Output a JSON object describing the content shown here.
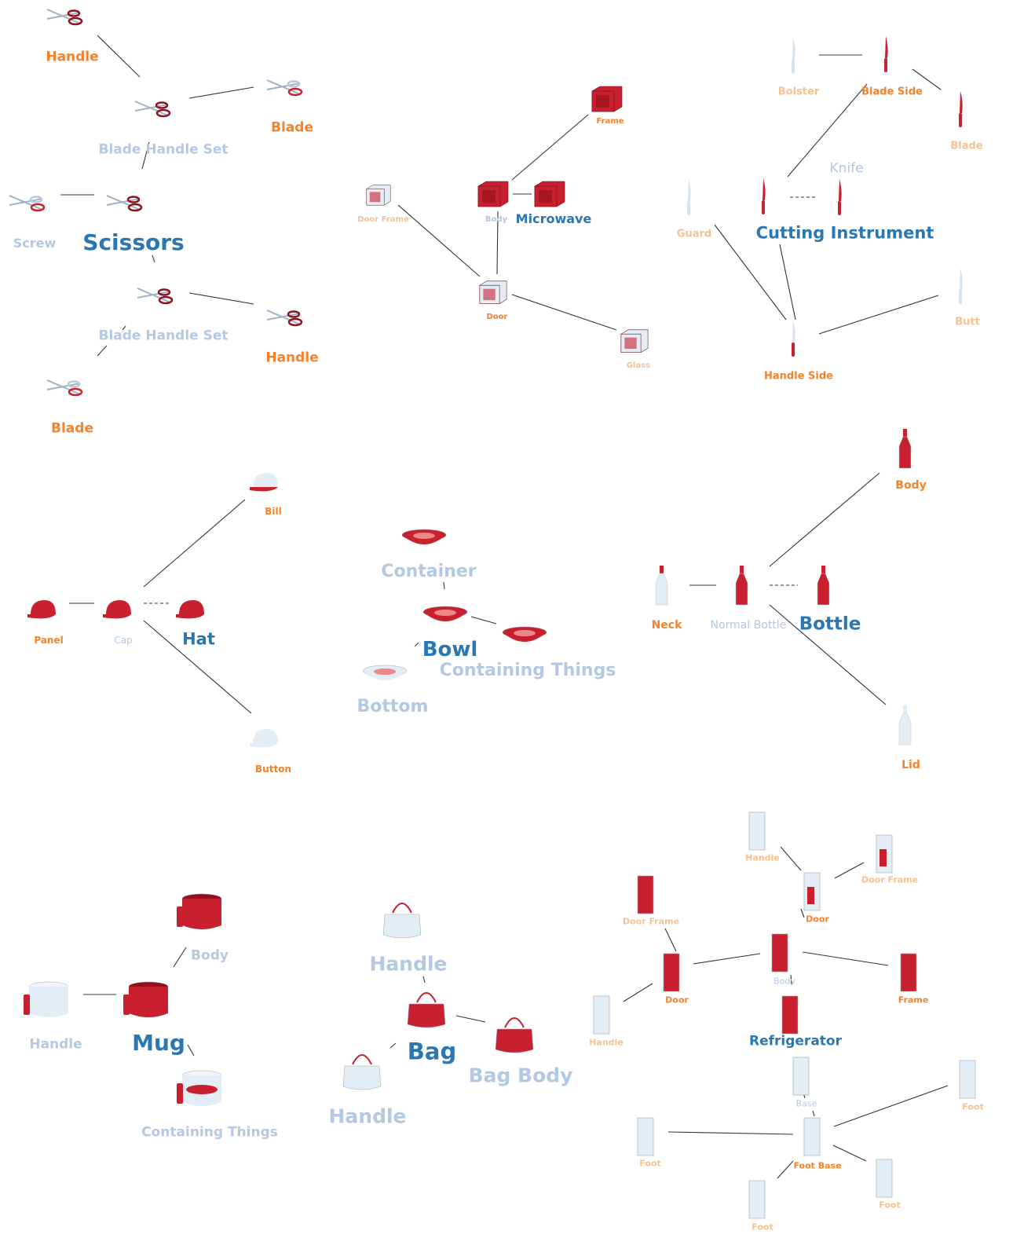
{
  "colors": {
    "part_label": "#f5822a",
    "part_label_light": "#f6c08f",
    "group_label": "#b2c8e3",
    "category_label": "#2b77b2",
    "highlight_red": "#c8202e",
    "base_white": "#e3edf5"
  },
  "graphs": {
    "scissors": {
      "category": "Scissors",
      "parts": [
        "Handle",
        "Blade",
        "Blade Handle Set",
        "Screw",
        "Blade Handle Set",
        "Handle",
        "Blade"
      ]
    },
    "microwave": {
      "category": "Microwave",
      "parts": [
        "Frame",
        "Door Frame",
        "Body",
        "Door",
        "Glass"
      ]
    },
    "knife": {
      "category": "Cutting Instrument",
      "subcategory": "Knife",
      "parts": [
        "Bolster",
        "Blade Side",
        "Blade",
        "Guard",
        "Handle Side",
        "Butt"
      ]
    },
    "hat": {
      "category": "Hat",
      "parts": [
        "Bill",
        "Panel",
        "Cap",
        "Button"
      ]
    },
    "bowl": {
      "category": "Bowl",
      "parts": [
        "Container",
        "Containing Things",
        "Bottom"
      ]
    },
    "bottle": {
      "category": "Bottle",
      "parts": [
        "Body",
        "Neck",
        "Normal Bottle",
        "Lid"
      ]
    },
    "mug": {
      "category": "Mug",
      "parts": [
        "Body",
        "Handle",
        "Containing Things"
      ]
    },
    "bag": {
      "category": "Bag",
      "parts": [
        "Handle",
        "Handle",
        "Bag Body"
      ]
    },
    "refrigerator": {
      "category": "Refrigerator",
      "parts": [
        "Handle",
        "Door Frame",
        "Door Frame",
        "Door",
        "Door",
        "Body",
        "Frame",
        "Handle",
        "Base",
        "Foot",
        "Foot",
        "Foot Base",
        "Foot",
        "Foot"
      ]
    }
  }
}
